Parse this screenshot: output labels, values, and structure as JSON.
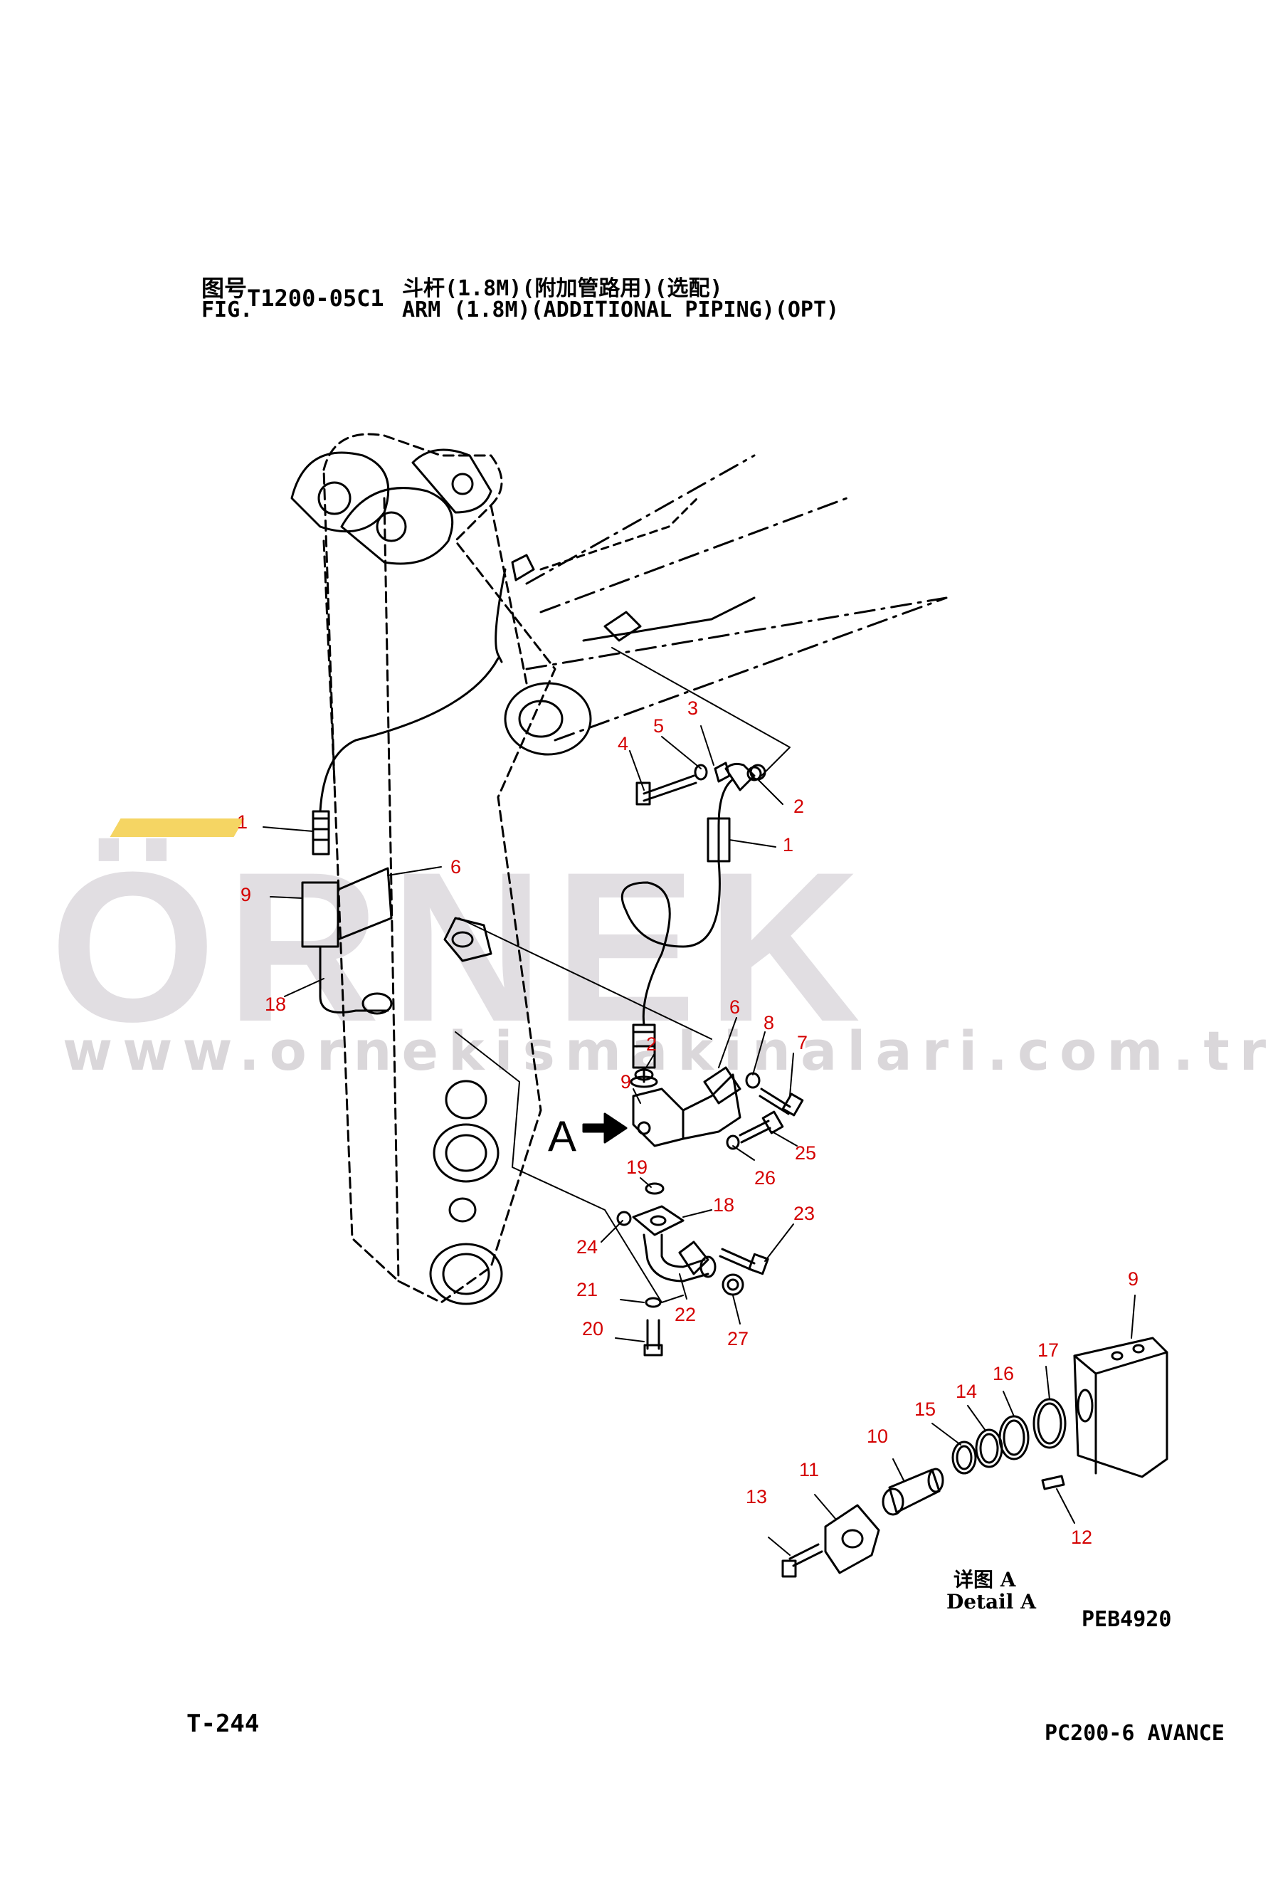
{
  "header": {
    "fig_label_cn": "图号",
    "fig_label_en": "FIG.",
    "fig_code": "T1200-05C1",
    "title_cn": "斗杆(1.8M)(附加管路用)(选配)",
    "title_en": "ARM (1.8M)(ADDITIONAL PIPING)(OPT)"
  },
  "watermark": {
    "logo": "ÖRNEK",
    "url": "www.ornekismakinalari.com.tr",
    "accent_color": "#f5d563",
    "text_color": "#dcd9dd"
  },
  "detail": {
    "arrow_label": "A",
    "label_cn": "详图 A",
    "label_en": "Detail A"
  },
  "figure_id": "PEB4920",
  "footer": {
    "page_no": "T-244",
    "model": "PC200-6 AVANCE"
  },
  "callout_color": "#d40000",
  "callouts": [
    "1",
    "9",
    "18",
    "6",
    "4",
    "5",
    "3",
    "2",
    "1",
    "6",
    "8",
    "7",
    "2",
    "9",
    "25",
    "26",
    "19",
    "18",
    "23",
    "24",
    "21",
    "22",
    "27",
    "20",
    "9",
    "17",
    "16",
    "14",
    "15",
    "10",
    "11",
    "13",
    "12"
  ]
}
